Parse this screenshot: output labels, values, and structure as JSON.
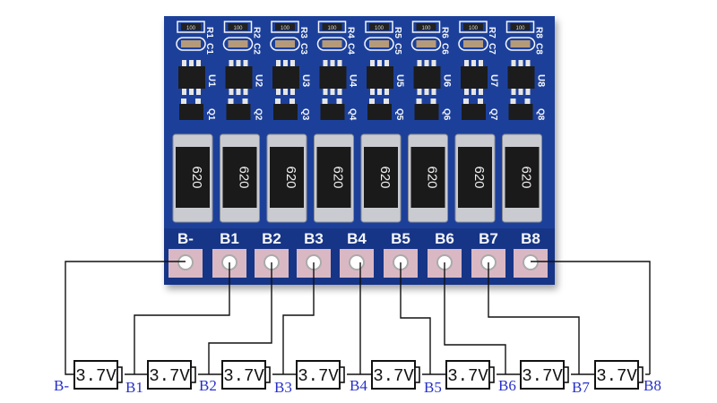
{
  "board": {
    "resistor_labels": [
      "R1",
      "R2",
      "R3",
      "R4",
      "R5",
      "R6",
      "R7",
      "R8"
    ],
    "capacitor_labels": [
      "C1",
      "C2",
      "C3",
      "C4",
      "C5",
      "C6",
      "C7",
      "C8"
    ],
    "ic_labels": [
      "U1",
      "U2",
      "U3",
      "U4",
      "U5",
      "U6",
      "U7",
      "U8"
    ],
    "mosfet_labels": [
      "Q1",
      "Q2",
      "Q3",
      "Q4",
      "Q5",
      "Q6",
      "Q7",
      "Q8"
    ],
    "small_resistor_marking": "100",
    "power_resistor_marking": "620",
    "pad_labels": [
      "B-",
      "B1",
      "B2",
      "B3",
      "B4",
      "B5",
      "B6",
      "B7",
      "B8"
    ],
    "colors": {
      "pcb": "#1d3f9a",
      "pad": "#d9b8c4",
      "silk": "#f4f6fb"
    }
  },
  "diagram": {
    "cells": [
      {
        "label": "3.7V"
      },
      {
        "label": "3.7V"
      },
      {
        "label": "3.7V"
      },
      {
        "label": "3.7V"
      },
      {
        "label": "3.7V"
      },
      {
        "label": "3.7V"
      },
      {
        "label": "3.7V"
      },
      {
        "label": "3.7V"
      }
    ],
    "node_labels": [
      "B-",
      "B1",
      "B2",
      "B3",
      "B4",
      "B5",
      "B6",
      "B7",
      "B8"
    ],
    "label_color": "#2630c8"
  }
}
